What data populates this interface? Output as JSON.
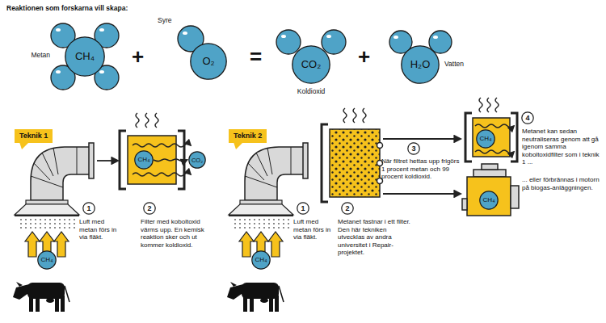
{
  "diagram": {
    "title": "Reaktionen som forskarna vill skapa:",
    "nodes": [
      {
        "text": [
          "Metan",
          "CH₄"
        ]
      },
      {
        "text": [
          "Syre",
          "O₂"
        ]
      },
      {
        "text": [
          "CO₂",
          "Koldioxid"
        ]
      },
      {
        "text": [
          "H₂O",
          "Vatten"
        ]
      },
      {
        "text": [
          "Teknik 1"
        ]
      },
      {
        "text": [
          "CH₄"
        ]
      },
      {
        "text": [
          "1",
          "Luft med metan förs in via fläkt."
        ]
      },
      {
        "text": [
          "CH₄"
        ]
      },
      {
        "text": [
          "CO₂"
        ]
      },
      {
        "text": [
          "2",
          "Filter med koboltoxid värms upp. En kemisk reaktion sker och ut kommer koldioxid."
        ]
      },
      {
        "text": [
          "Teknik 2"
        ]
      },
      {
        "text": [
          "CH₄"
        ]
      },
      {
        "text": [
          "1",
          "Luft med metan förs in via fläkt."
        ]
      },
      {
        "text": [
          "2",
          "Metanet fastnar i ett filter. Den här tekniken utvecklas av andra universitet i Repair-projektet."
        ]
      },
      {
        "text": [
          "3",
          "När filtret hettas upp frigörs 1 procent metan och 99 procent koldioxid."
        ]
      },
      {
        "text": [
          "CH₄"
        ]
      },
      {
        "text": [
          "CH₄"
        ]
      },
      {
        "text": [
          "4",
          "Metanet kan sedan neutraliseras genom att gå igenom samma koboltoxidfilter som i teknik 1 ...",
          "... eller förbrännas i motorn på biogas-anläggningen."
        ]
      }
    ],
    "edges": [
      {
        "from": 7,
        "to": 8,
        "arrow": "to"
      }
    ],
    "labels": [
      "+",
      "=",
      "+"
    ]
  }
}
